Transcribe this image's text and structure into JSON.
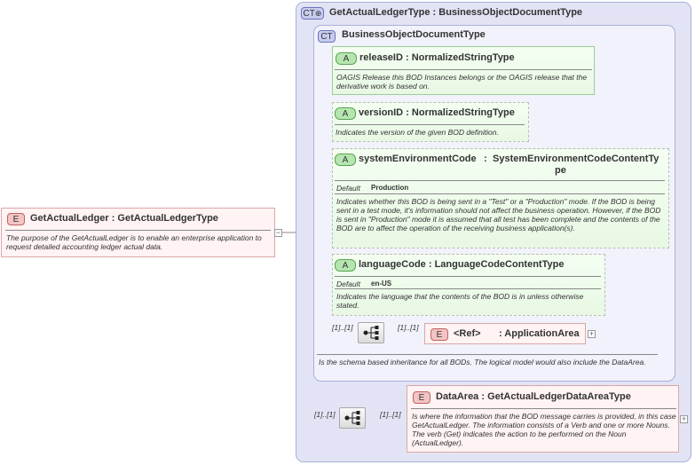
{
  "root_element": {
    "badge": "E",
    "name": "GetActualLedger",
    "type": "GetActualLedgerType",
    "description": "The purpose of the GetActualLedger is to enable an enterprise application to request detailed accounting ledger actual data.",
    "collapse_symbol": "−"
  },
  "outer_complex_type": {
    "badge": "CT",
    "title": "GetActualLedgerType : BusinessObjectDocumentType"
  },
  "inner_complex_type": {
    "badge": "CT",
    "title": "BusinessObjectDocumentType",
    "description": "Is the schema based inheritance for all BODs. The logical model would also include the DataArea."
  },
  "attributes": [
    {
      "badge": "A",
      "name": "releaseID",
      "type": "NormalizedStringType",
      "description": "OAGIS Release this BOD Instances belongs or the OAGIS release that the derivative work is based on."
    },
    {
      "badge": "A",
      "name": "versionID",
      "type": "NormalizedStringType",
      "description": "Indicates the version of the given BOD definition."
    },
    {
      "badge": "A",
      "name": "systemEnvironmentCode",
      "type_line1": "SystemEnvironmentCodeContentTy",
      "type_line2": "pe",
      "default_label": "Default",
      "default_value": "Production",
      "description": "Indicates whether this BOD is being sent in a \"Test\" or a \"Production\" mode. If the BOD is being sent in a test mode, it's information should not affect the business operation. However, if the BOD is sent in \"Production\" mode it is assumed that all test has been complete and the contents of the BOD are to affect the operation of the receiving business application(s)."
    },
    {
      "badge": "A",
      "name": "languageCode",
      "type": "LanguageCodeContentType",
      "default_label": "Default",
      "default_value": "en-US",
      "description": "Indicates the language that the contents of the BOD is in unless otherwise stated."
    }
  ],
  "application_area": {
    "badge": "E",
    "ref_label": "<Ref>",
    "name": ": ApplicationArea",
    "card_before": "[1]..[1]",
    "card_after": "[1]..[1]",
    "expand_symbol": "+"
  },
  "data_area": {
    "badge": "E",
    "title": "DataArea : GetActualLedgerDataAreaType",
    "description": "Is where the information that the BOD message carries is provided, in this case GetActualLedger. The information consists of a Verb and one or more Nouns. The verb (Get) indicates the action to be performed on the Noun (ActualLedger).",
    "card_before": "[1]..[1]",
    "card_after": "[1]..[1]",
    "expand_symbol": "+"
  },
  "colors": {
    "complex_type_bg": "#e2e4f5",
    "attribute_bg": "#eefbe9",
    "element_bg": "#fff3f3"
  }
}
